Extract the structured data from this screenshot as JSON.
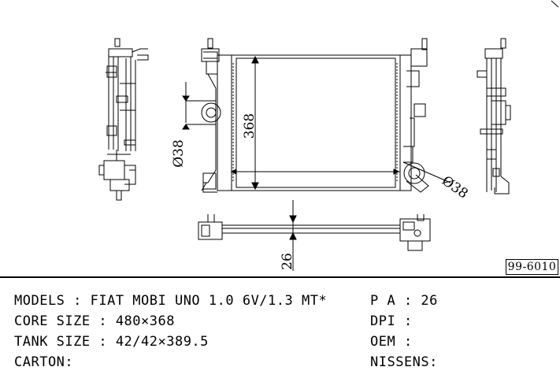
{
  "part_number": "99-6010",
  "dimensions": {
    "core_height": "368",
    "inlet_diameter": "Ø38",
    "outlet_diameter": "Ø38",
    "tank_depth": "26"
  },
  "specs": {
    "models": "MODELS : FIAT MOBI UNO 1.0 6V/1.3 MT*",
    "core_size": "CORE SIZE : 480×368",
    "tank_size": "TANK SIZE : 42/42×389.5",
    "carton": "CARTON:",
    "pa": "P A : 26",
    "dpi": "DPI :",
    "oem": "OEM :",
    "nissens": "NISSENS:"
  }
}
